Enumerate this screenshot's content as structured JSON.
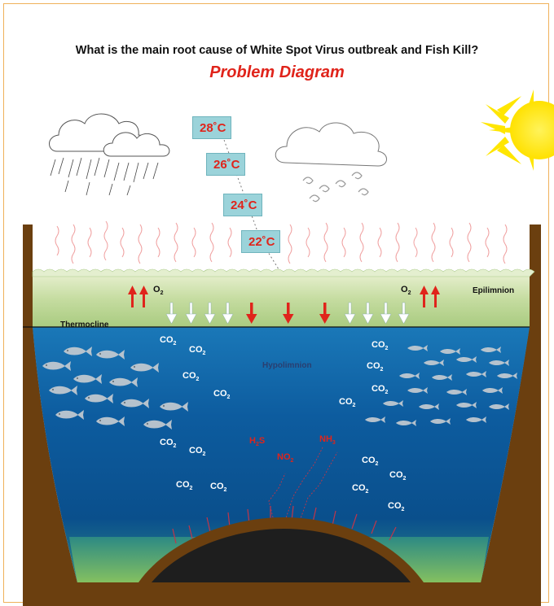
{
  "title": "What is the main root cause of White Spot Virus outbreak and Fish Kill?",
  "subtitle": "Problem Diagram",
  "temperatures": [
    "28˚C",
    "26˚C",
    "24˚C",
    "22˚C"
  ],
  "layers": {
    "epilimnion": "Epilimnion",
    "thermocline": "Thermocline",
    "hypolimnion": "Hypolimnion"
  },
  "oxygen": {
    "symbol": "O",
    "sub": "2"
  },
  "co2": {
    "symbol": "CO",
    "sub": "2"
  },
  "chemicals": {
    "h2s": {
      "symbol": "H",
      "sub": "2",
      "rest": "S"
    },
    "no2": {
      "symbol": "NO",
      "sub": "2"
    },
    "nh3": {
      "symbol": "NH",
      "sub": "3"
    }
  },
  "colors": {
    "accent_red": "#e0241b",
    "sun": "#ffe600",
    "water_deep": "#0b4f8f",
    "epilimnion": "#b9d58f",
    "pond_earth": "#6b3f0f",
    "temp_box": "#9bd3da"
  }
}
